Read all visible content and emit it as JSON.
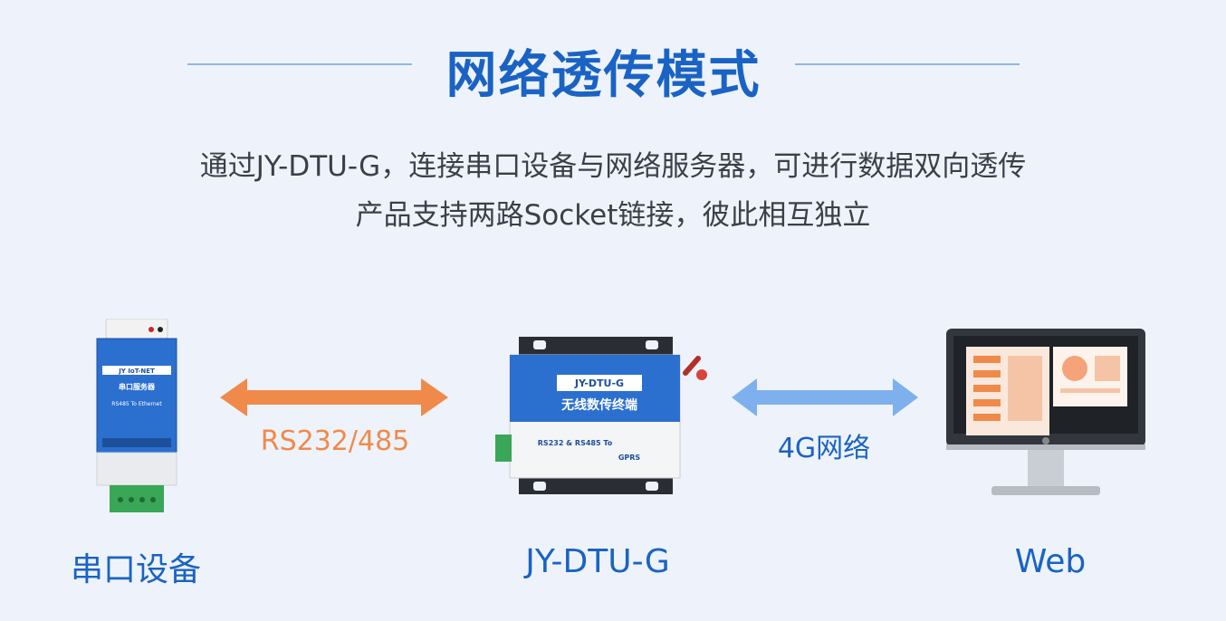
{
  "title": "网络透传模式",
  "description": {
    "line1": "通过JY-DTU-G，连接串口设备与网络服务器，可进行数据双向透传",
    "line2": "产品支持两路Socket链接，彼此相互独立"
  },
  "nodes": {
    "serial_device": {
      "label": "串口设备",
      "front_text": [
        "JY IoT-NET",
        "串口服务器",
        "RS485 To Ethernet"
      ]
    },
    "dtu": {
      "label": "JY-DTU-G",
      "front_text": [
        "JY-DTU-G",
        "无线数传终端",
        "RS232 & RS485 To",
        "GPRS"
      ]
    },
    "web": {
      "label": "Web"
    }
  },
  "links": {
    "left": {
      "label": "RS232/485",
      "color": "#f08a4b"
    },
    "right": {
      "label": "4G网络",
      "color": "#7fb0ee"
    }
  },
  "colors": {
    "accent": "#1a63c4",
    "background": "#eef3fb",
    "text": "#3a3f48"
  }
}
